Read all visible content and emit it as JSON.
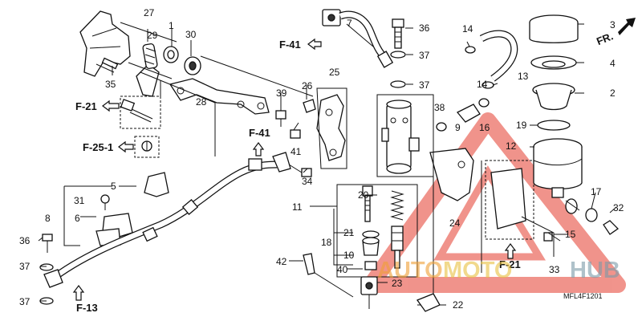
{
  "diagram": {
    "orientation_label": "FR.",
    "diagram_code": "MFL4F1201",
    "watermark": {
      "part1": "AUTO",
      "part2": "MOTO",
      "part3": "HUB"
    },
    "refs": {
      "f41_top": "F-41",
      "f41_mid": "F-41",
      "f21_left": "F-21",
      "f25": "F-25-1",
      "f13": "F-13",
      "f21_bottom": "F-21"
    },
    "parts": {
      "p1": "1",
      "p2": "2",
      "p3": "3",
      "p4": "4",
      "p5": "5",
      "p6": "6",
      "p7": "7",
      "p8": "8",
      "p9": "9",
      "p10": "10",
      "p11": "11",
      "p12": "12",
      "p13": "13",
      "p14a": "14",
      "p14b": "14",
      "p15": "15",
      "p16": "16",
      "p17": "17",
      "p18": "18",
      "p19": "19",
      "p20": "20",
      "p21": "21",
      "p22": "22",
      "p23": "23",
      "p24": "24",
      "p25": "25",
      "p26": "26",
      "p27": "27",
      "p28": "28",
      "p29": "29",
      "p30": "30",
      "p31": "31",
      "p32": "32",
      "p33": "33",
      "p34": "34",
      "p35": "35",
      "p36a": "36",
      "p36b": "36",
      "p37a": "37",
      "p37b": "37",
      "p37c": "37",
      "p37d": "37",
      "p38": "38",
      "p39": "39",
      "p40": "40",
      "p41": "41",
      "p42": "42"
    }
  }
}
